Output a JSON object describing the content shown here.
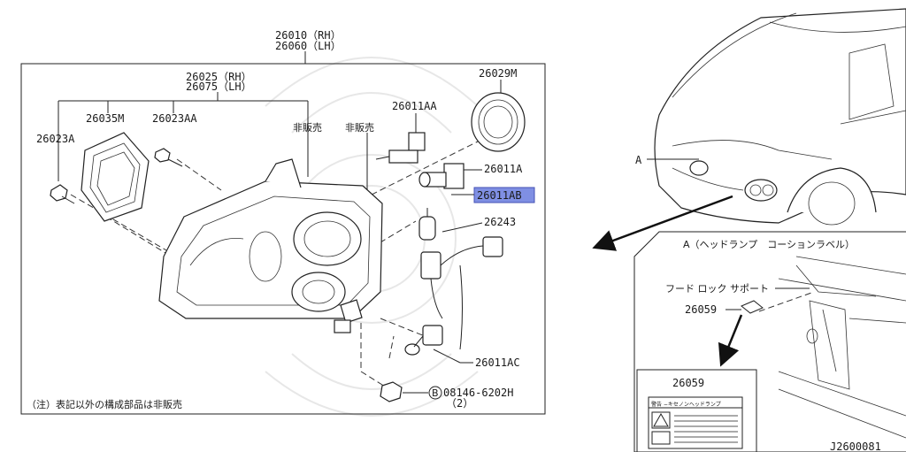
{
  "assembly": {
    "rh": "26010（RH）",
    "lh": "26060（LH）"
  },
  "housing": {
    "rh": "26025（RH）",
    "lh": "26075（LH）"
  },
  "parts": {
    "p26029M": "26029M",
    "p26011AA": "26011AA",
    "p26035M": "26035M",
    "p26023AA": "26023AA",
    "p26023A": "26023A",
    "not_sold_1": "非販売",
    "not_sold_2": "非販売",
    "p26011A": "26011A",
    "p26011AB": "26011AB",
    "p26243": "26243",
    "p26011AC": "26011AC",
    "bolt_code": "08146-6202H",
    "bolt_marker": "B",
    "bolt_qty": "（2）"
  },
  "footnote": "（注）表記以外の構成部品は非販売",
  "car": {
    "label_a": "A"
  },
  "detail": {
    "title": "A（ヘッドランプ　コーションラベル）",
    "hood_support": "フード ロック サポート",
    "label_part": "26059",
    "label_part_box": "26059",
    "warning_text": "警告 −キセノンヘッドランプ"
  },
  "diagram_id": "J2600081",
  "colors": {
    "highlight": "#7f8fe3",
    "line": "#222222",
    "watermark": "#c9c9c9"
  }
}
